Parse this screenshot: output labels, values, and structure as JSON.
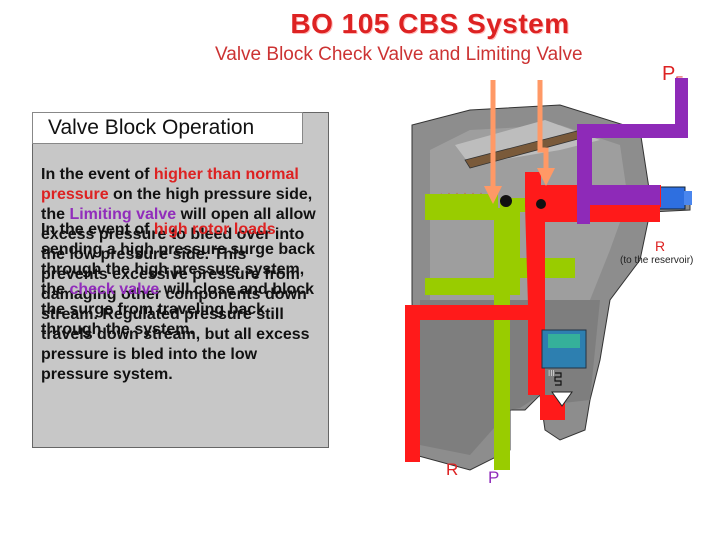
{
  "header": {
    "title": "BO 105 CBS System",
    "subtitle": "Valve Block Check Valve and Limiting Valve"
  },
  "panel": {
    "title": "Valve Block Operation",
    "para1": [
      {
        "text": "In the event of ",
        "style": ""
      },
      {
        "text": "higher than normal pressure",
        "style": "red"
      },
      {
        "text": " on the high pressure side, the ",
        "style": ""
      },
      {
        "text": "Limiting valve",
        "style": "purple"
      },
      {
        "text": " will open all allow excess pressure to bleed over into the low pressure side. This prevents excessive pressure from damaging other components down stream. Regulated pressure still travels down stream, but all excess pressure is bled into the low pressure system.",
        "style": ""
      }
    ],
    "para2": [
      {
        "text": "In the event of ",
        "style": ""
      },
      {
        "text": "high rotor loads",
        "style": "red"
      },
      {
        "text": " sending a high pressure surge back through the high pressure system, the ",
        "style": ""
      },
      {
        "text": "check valve",
        "style": "purple"
      },
      {
        "text": " will close and block the surge from traveling back through the system.",
        "style": ""
      }
    ]
  },
  "labels": {
    "pe_main": "P",
    "pe_sub": "E",
    "return_right": "R",
    "reservoir_note": "(to the reservoir)",
    "return_bottom": "R",
    "pressure_bottom": "P"
  },
  "colors": {
    "title": "#dd2222",
    "red_line": "#ff1a1a",
    "purple_line": "#8e2ab8",
    "green_line": "#99cc00",
    "orange_arrow": "#ff9966"
  }
}
